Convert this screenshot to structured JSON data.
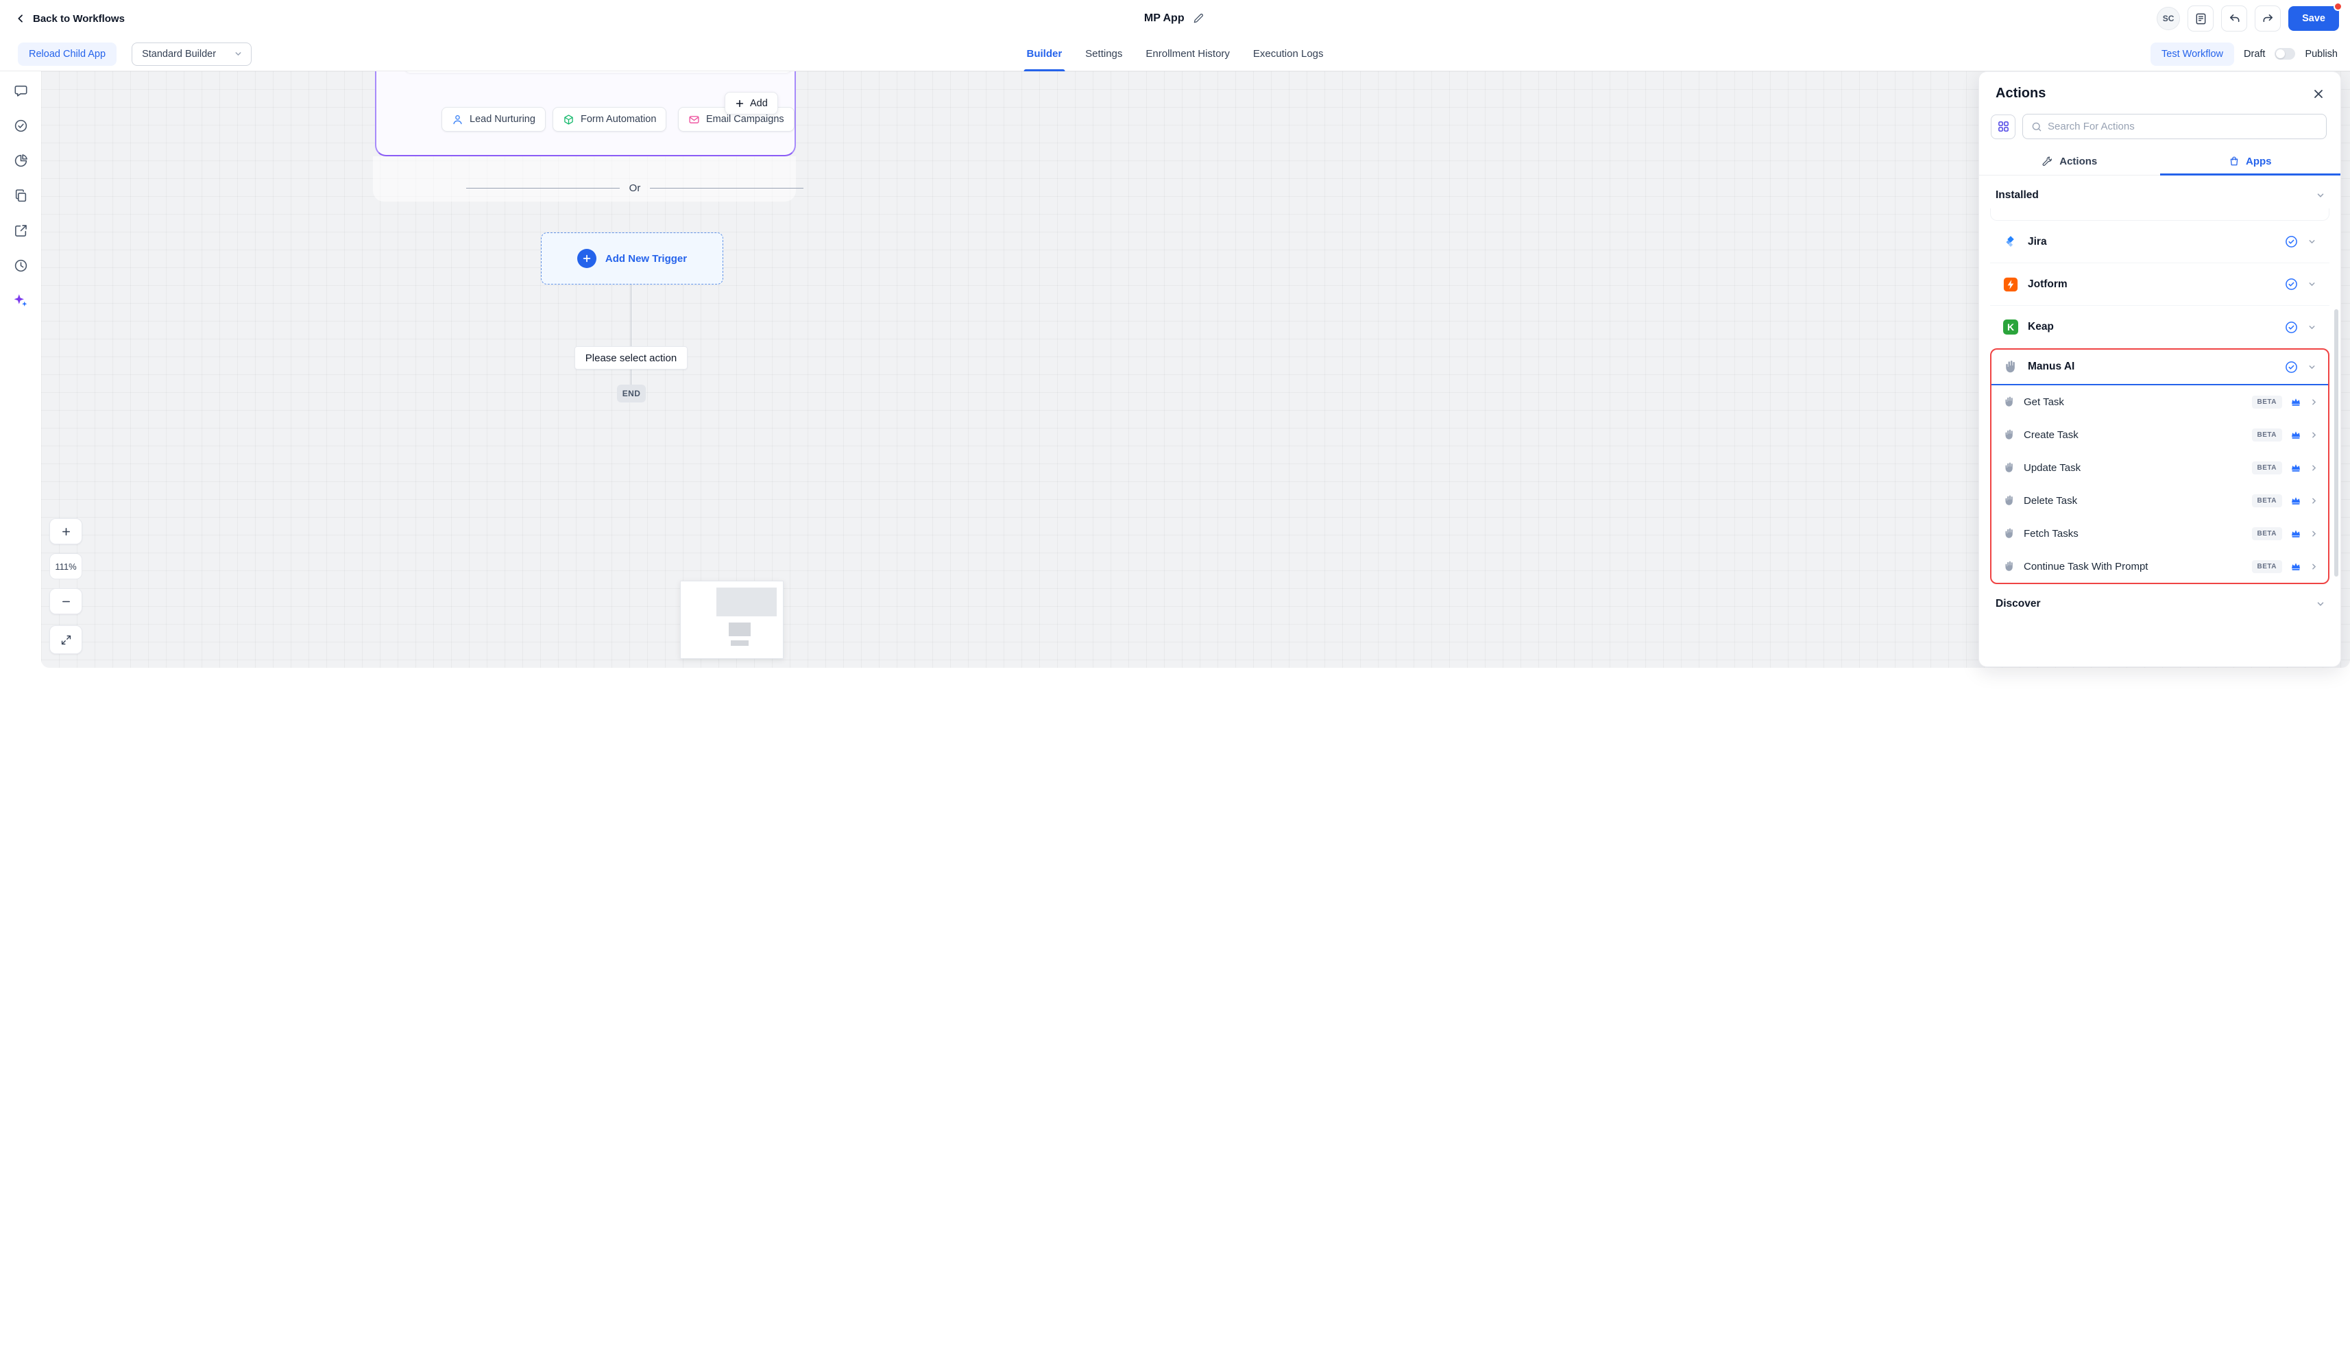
{
  "colors": {
    "accent": "#2563eb",
    "highlight": "#ef4444"
  },
  "header": {
    "back_label": "Back to Workflows",
    "title": "MP App",
    "avatar_initials": "SC",
    "save_label": "Save"
  },
  "toolbar": {
    "reload_button": "Reload Child App",
    "builder_mode": "Standard Builder",
    "tabs": [
      {
        "label": "Builder"
      },
      {
        "label": "Settings"
      },
      {
        "label": "Enrollment History"
      },
      {
        "label": "Execution Logs"
      }
    ],
    "active_tab": "Builder",
    "test_workflow_button": "Test Workflow",
    "draft_label": "Draft",
    "publish_label": "Publish"
  },
  "canvas": {
    "trigger_card": {
      "filters": [
        {
          "label": "Lead Nurturing",
          "icon": "person-icon"
        },
        {
          "label": "Form Automation",
          "icon": "cube-icon"
        },
        {
          "label": "Email Campaigns",
          "icon": "mail-icon"
        }
      ],
      "add_button": "Add"
    },
    "or_label": "Or",
    "add_new_trigger_label": "Add New Trigger",
    "select_action_label": "Please select action",
    "end_label": "END",
    "zoom_percent": "111%"
  },
  "actions_panel": {
    "title": "Actions",
    "search_placeholder": "Search For Actions",
    "tabs": {
      "actions": "Actions",
      "apps": "Apps"
    },
    "active_tab": "Apps",
    "installed_label": "Installed",
    "apps": [
      {
        "name": "Jira"
      },
      {
        "name": "Jotform"
      },
      {
        "name": "Keap"
      },
      {
        "name": "Manus AI"
      }
    ],
    "keap_logo_letter": "K",
    "manus_actions": [
      {
        "label": "Get Task"
      },
      {
        "label": "Create Task"
      },
      {
        "label": "Update Task"
      },
      {
        "label": "Delete Task"
      },
      {
        "label": "Fetch Tasks"
      },
      {
        "label": "Continue Task With Prompt"
      }
    ],
    "beta_label": "BETA",
    "discover_label": "Discover"
  }
}
